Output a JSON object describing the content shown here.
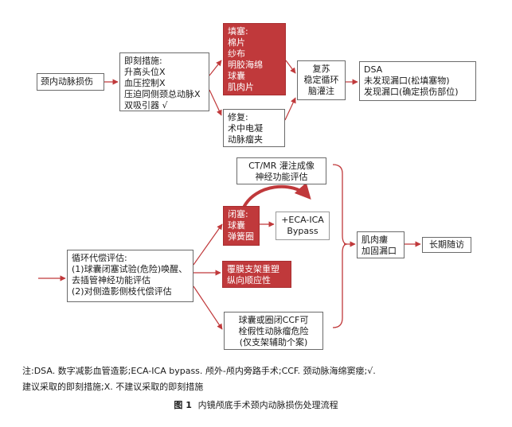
{
  "flow": {
    "injury": "颈内动脉损伤",
    "immediate": {
      "title": "即刻措施:",
      "items": [
        "升高头位X",
        "血压控制X",
        "压迫同侧颈总动脉X",
        "双吸引器 √"
      ]
    },
    "packing": {
      "title": "填塞:",
      "items": [
        "棉片",
        "纱布",
        "明胶海绵",
        "球囊",
        "肌肉片"
      ]
    },
    "repair": {
      "title": "修复:",
      "items": [
        "术中电凝",
        "动脉瘤夹"
      ]
    },
    "resuscitation": {
      "items": [
        "复苏",
        "稳定循环",
        "脑灌注"
      ]
    },
    "dsa": {
      "items": [
        "DSA",
        "未发现漏口(松填塞物)",
        "发现漏口(确定损伤部位)"
      ]
    },
    "ct_mr": {
      "items": [
        "CT/MR 灌注成像",
        "神经功能评估"
      ]
    },
    "circulation": {
      "items": [
        "循环代偿评估:",
        "(1)球囊闭塞试验(危险)唤醒、",
        "去插管神经功能评估",
        "(2)对侧造影侧枝代偿评估"
      ]
    },
    "occlusion": {
      "items": [
        "闭塞:",
        "球囊",
        "弹簧圈"
      ]
    },
    "bypass": {
      "items": [
        "+ECA-ICA",
        "Bypass"
      ]
    },
    "stent": {
      "items": [
        "覆膜支架重塑",
        "纵向顺应性"
      ]
    },
    "ccf": {
      "items": [
        "球囊或圈闭CCF可",
        "栓假性动脉瘤危险",
        "(仅支架辅助个案)"
      ]
    },
    "muscle": {
      "items": [
        "肌肉瘻",
        "加固漏口"
      ]
    },
    "followup": "长期随访"
  },
  "notes": {
    "line1": "注:DSA. 数字减影血管造影;ECA-ICA bypass. 颅外-颅内旁路手术;CCF. 颈动脉海绵窦瘘;√.",
    "line2": "建议采取的即刻措施;X. 不建议采取的即刻措施"
  },
  "caption": {
    "label": "图 1",
    "title": "内镜颅底手术颈内动脉损伤处理流程"
  },
  "colors": {
    "red_box": "#c0393b",
    "arrow": "#c0393b",
    "border": "#6b6b6b"
  }
}
